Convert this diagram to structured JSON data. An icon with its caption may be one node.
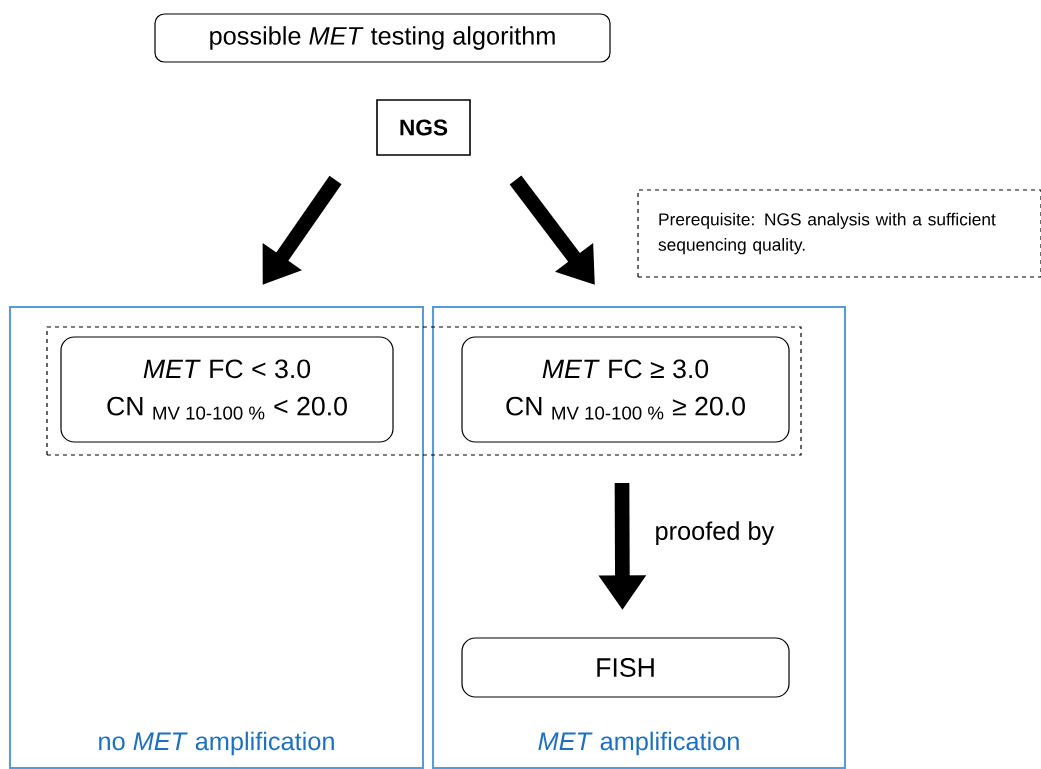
{
  "diagram": {
    "nodes": [
      {
        "text": [
          "possible *MET* testing algorithm"
        ]
      },
      {
        "text": [
          "NGS"
        ]
      },
      {
        "text": [
          "Prerequisite: NGS analysis with a sufficient sequencing quality."
        ]
      },
      {
        "text": [
          "no *MET* amplification"
        ]
      },
      {
        "text": [
          "*MET* amplification"
        ]
      },
      {
        "text": [],
        "shape": "box"
      },
      {
        "text": [
          "*MET* FC < 3.0",
          "CN $_{MV 10-100 %}$ < 20.0"
        ]
      },
      {
        "text": [
          "*MET* FC ≥ 3.0",
          "CN $_{MV 10-100 %}$ ≥ 20.0"
        ]
      },
      {
        "text": [
          "FISH"
        ],
        "in": 4
      }
    ],
    "edges": [
      {
        "from": 1,
        "to": 3,
        "arrow": "to"
      },
      {
        "from": 1,
        "to": 4,
        "arrow": "to"
      },
      {
        "from": 5,
        "to": 8,
        "arrow": "to",
        "label": "proofed by"
      }
    ]
  }
}
